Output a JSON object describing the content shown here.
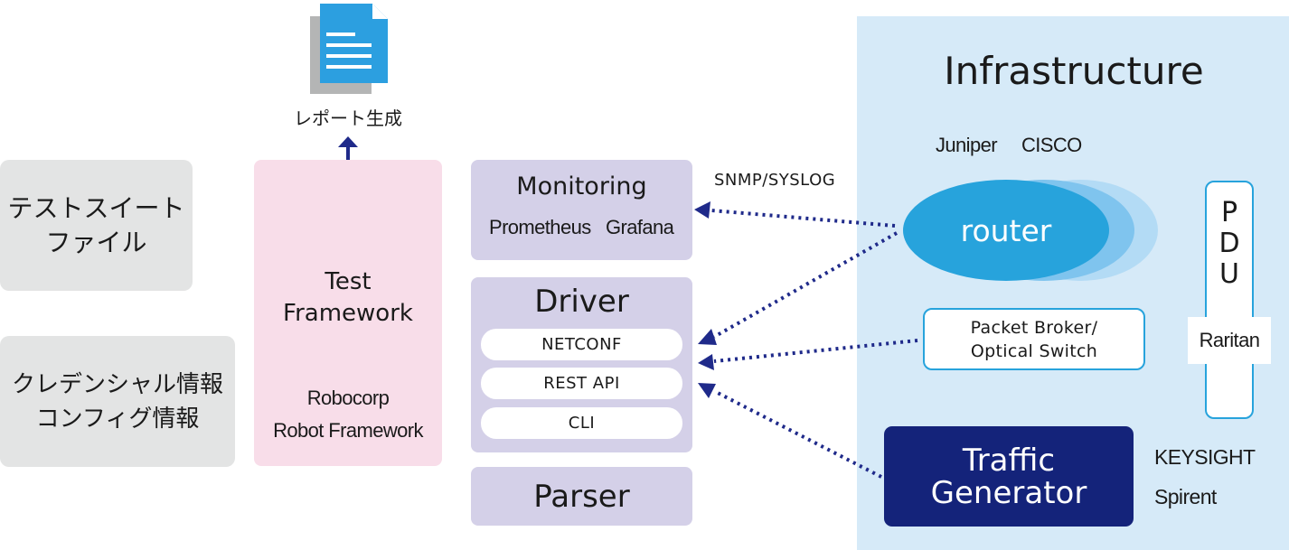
{
  "left": {
    "suite_line1": "テストスイート",
    "suite_line2": "ファイル",
    "cred_line1": "クレデンシャル情報",
    "cred_line2": "コンフィグ情報"
  },
  "report": {
    "label": "レポート生成"
  },
  "framework": {
    "title_line1": "Test",
    "title_line2": "Framework",
    "tool1": "Robocorp",
    "tool2": "Robot Framework"
  },
  "monitoring": {
    "title": "Monitoring",
    "tool1": "Prometheus",
    "tool2": "Grafana"
  },
  "driver": {
    "title": "Driver",
    "items": [
      "NETCONF",
      "REST API",
      "CLI"
    ]
  },
  "parser": {
    "title": "Parser"
  },
  "protocol_label": "SNMP/SYSLOG",
  "infra": {
    "title": "Infrastructure",
    "vendor1": "Juniper",
    "vendor2": "CISCO",
    "router": "router",
    "pdu_letters": [
      "P",
      "D",
      "U"
    ],
    "pdu_vendor": "Raritan",
    "broker_line1": "Packet Broker/",
    "broker_line2": "Optical Switch",
    "traffic_line1": "Traffic",
    "traffic_line2": "Generator",
    "tg_vendor1": "KEYSIGHT",
    "tg_vendor2": "Spirent"
  },
  "colors": {
    "arrow": "#1f2a8a",
    "router": "#27a3dc",
    "traffic_generator": "#14237a",
    "infra_bg": "#d6eaf8",
    "doc_icon": "#2c9fe0"
  }
}
